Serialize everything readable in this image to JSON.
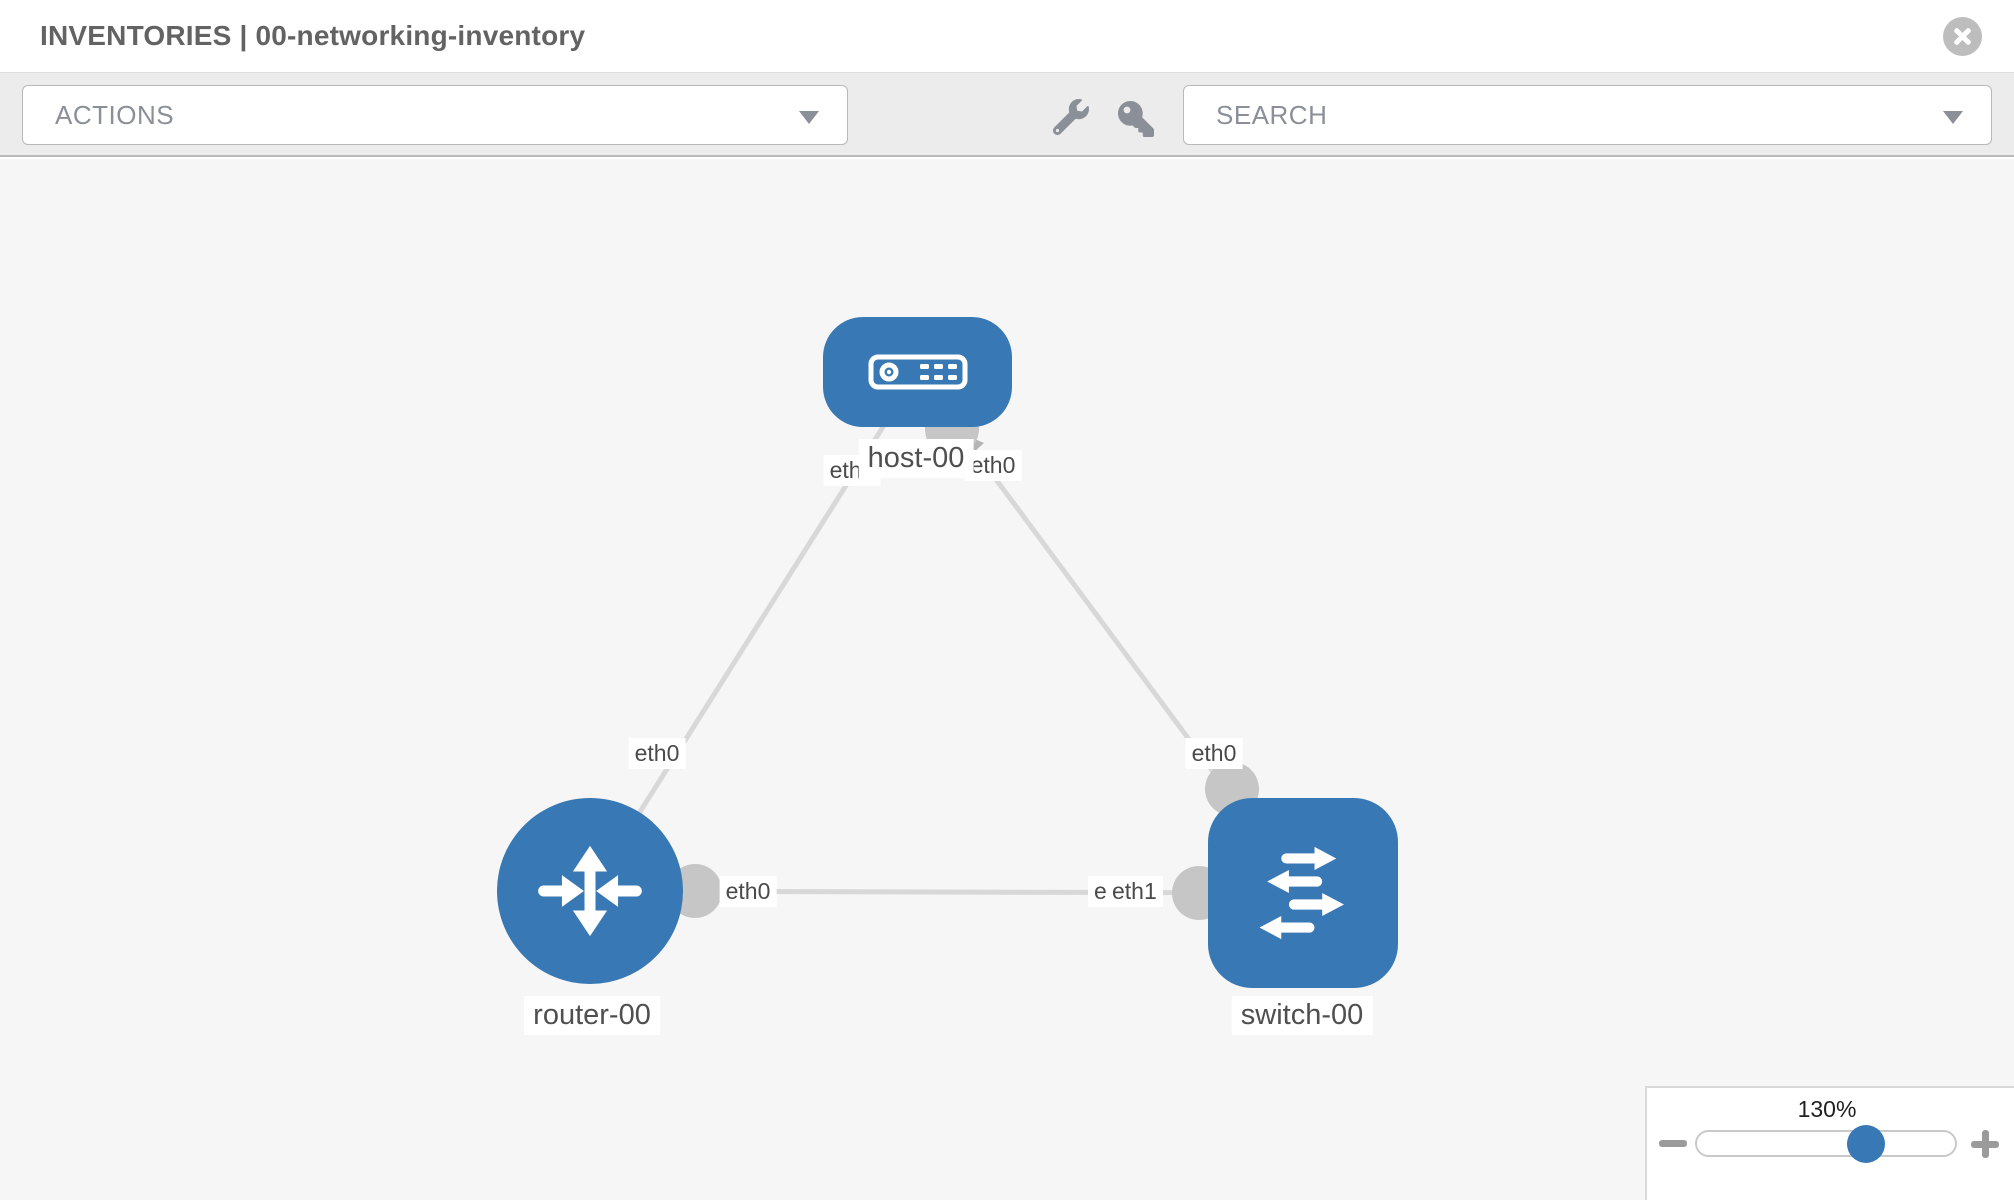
{
  "header": {
    "title": "INVENTORIES | 00-networking-inventory"
  },
  "toolbar": {
    "actions_label": "ACTIONS",
    "search_label": "SEARCH",
    "icon_buttons": [
      "wrench-icon",
      "key-icon"
    ]
  },
  "diagram": {
    "nodes": [
      {
        "label": "host-00",
        "type": "host"
      },
      {
        "label": "router-00",
        "type": "router"
      },
      {
        "label": "switch-00",
        "type": "switch"
      }
    ],
    "links": [
      {
        "from": "router-00",
        "to": "host-00",
        "from_interface": "eth0",
        "to_interface": "eth0"
      },
      {
        "from": "host-00",
        "to": "switch-00",
        "from_interface": "eth0",
        "to_interface": "eth0"
      },
      {
        "from": "router-00",
        "to": "switch-00",
        "from_interface": "eth0",
        "to_interface": "eth1"
      }
    ]
  },
  "zoom_control": {
    "level": "130%"
  },
  "colors": {
    "node_blue": "#3878b4",
    "link_gray": "#d8d8d8",
    "endpoint_gray": "#c6c6c6",
    "toolbar_bg": "#ececec",
    "canvas_bg": "#f6f6f6"
  }
}
